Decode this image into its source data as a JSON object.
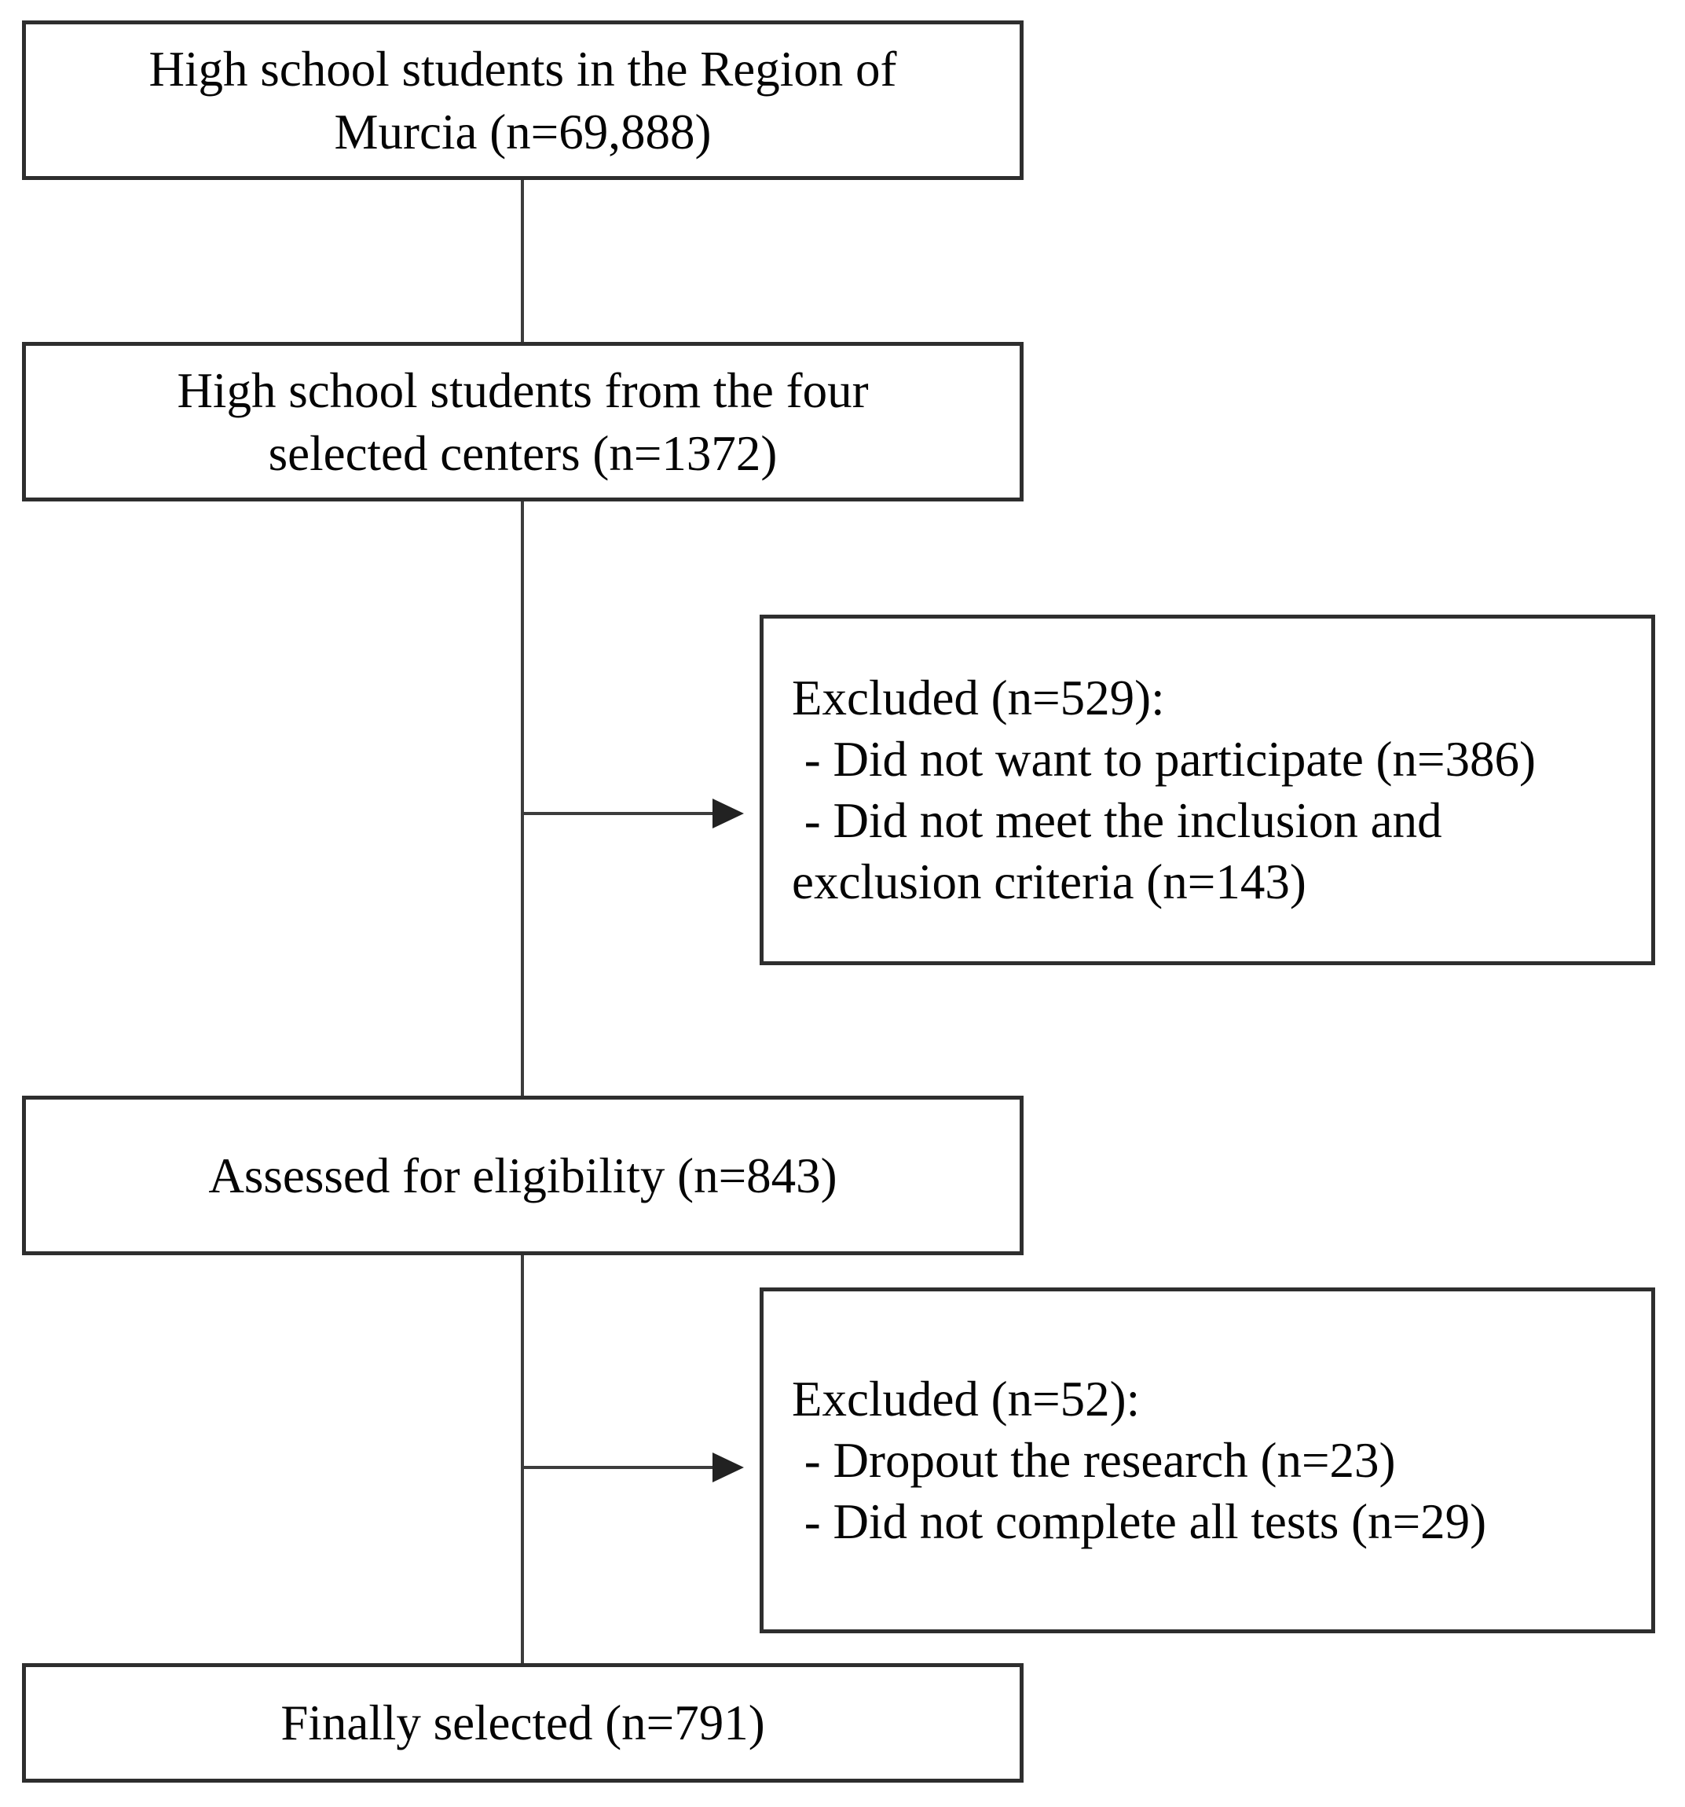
{
  "figure": {
    "colors": {
      "background": "#ffffff",
      "box_border": "#2e2e2e",
      "text": "#050505",
      "connector": "#3c3c3c"
    },
    "nodes": {
      "region": {
        "lines": [
          "High school students in the Region of",
          "Murcia (n=69,888)"
        ]
      },
      "centers": {
        "lines": [
          "High school students from the four",
          "selected centers (n=1372)"
        ]
      },
      "excluded_first": {
        "lines": [
          "Excluded (n=529):",
          " - Did not want to participate (n=386)",
          " - Did not meet the inclusion and",
          "exclusion criteria (n=143)"
        ]
      },
      "assessed": {
        "lines": [
          "Assessed for eligibility (n=843)"
        ]
      },
      "excluded_second": {
        "lines": [
          "Excluded (n=52):",
          " - Dropout the research (n=23)",
          " - Did not complete all tests (n=29)"
        ]
      },
      "final": {
        "lines": [
          "Finally selected (n=791)"
        ]
      }
    }
  }
}
